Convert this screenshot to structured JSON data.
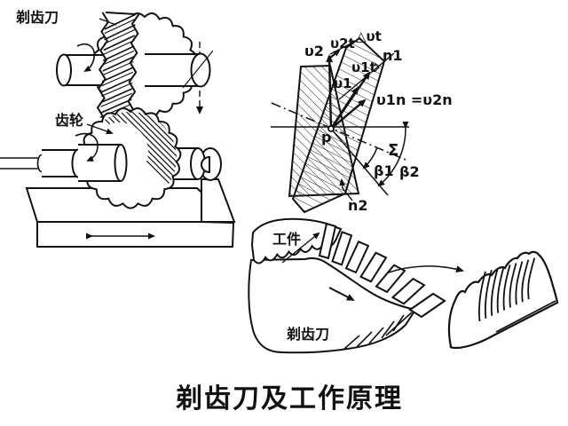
{
  "title": {
    "text": "剃齿刀及工作原理",
    "color": "#ee751a"
  },
  "machine_diagram": {
    "cutter_label": "剃齿刀",
    "gear_label": "齿轮"
  },
  "velocity_diagram": {
    "labels": {
      "v2": "υ2",
      "v2t": "υ2t",
      "dvt": "△υt",
      "n1": "n1",
      "v1t": "υ1t",
      "v1": "υ1",
      "v1n_eq_v2n": "υ1n =υ2n",
      "p": "p",
      "sigma": "Σ",
      "beta1": "β1",
      "beta2": "β2",
      "n2": "n2"
    }
  },
  "shaving_diagram": {
    "workpiece_label": "工件",
    "cutter_label": "剃齿刀"
  },
  "ink_color": "#111111"
}
